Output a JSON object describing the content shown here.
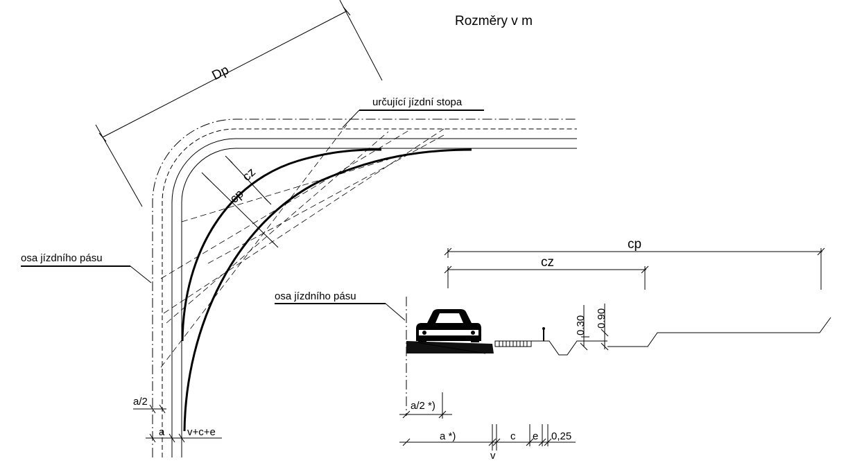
{
  "title": "Rozměry v m",
  "labels": {
    "dp": "Dp",
    "urcujici_stopa": "určující jízdní stopa",
    "osa_left": "osa jízdního pásu",
    "osa_right": "osa jízdního pásu",
    "cz_plan": "cz",
    "cp_plan": "cp",
    "cp_section": "cp",
    "cz_section": "cz",
    "h_030": "0.30",
    "h_090": "0.90",
    "a_half_plan": "a/2",
    "a_plan": "a",
    "vce_plan": "v+c+e",
    "a_half_section": "a/2 *)",
    "a_section": "a *)",
    "c_section": "c",
    "e_section": "e",
    "d_025": "0,25",
    "v_section": "v"
  }
}
